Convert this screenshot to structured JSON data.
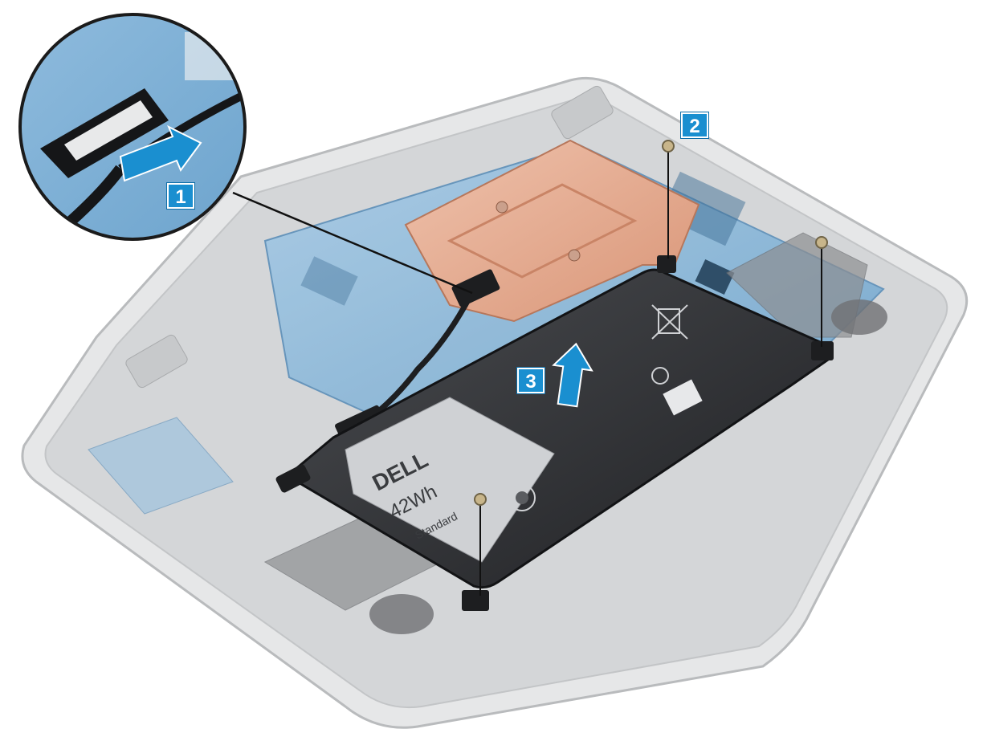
{
  "steps": [
    {
      "number": "1",
      "action": "disconnect-battery-cable"
    },
    {
      "number": "2",
      "action": "remove-screws"
    },
    {
      "number": "3",
      "action": "lift-battery"
    }
  ],
  "battery": {
    "brand": "DELL",
    "capacity": "42Wh",
    "type_label": "Standard"
  },
  "colors": {
    "step_badge": "#1a8fd0",
    "arrow": "#1a8fd0",
    "battery": "#2b2d30",
    "chassis": "#d9dadb",
    "mainboard": "#7fb3d8",
    "heatsink": "#e3a98d"
  },
  "icons": [
    "screw-icon",
    "up-arrow-icon",
    "right-arrow-icon",
    "recycle-icon",
    "ce-mark-icon",
    "weee-bin-icon"
  ]
}
